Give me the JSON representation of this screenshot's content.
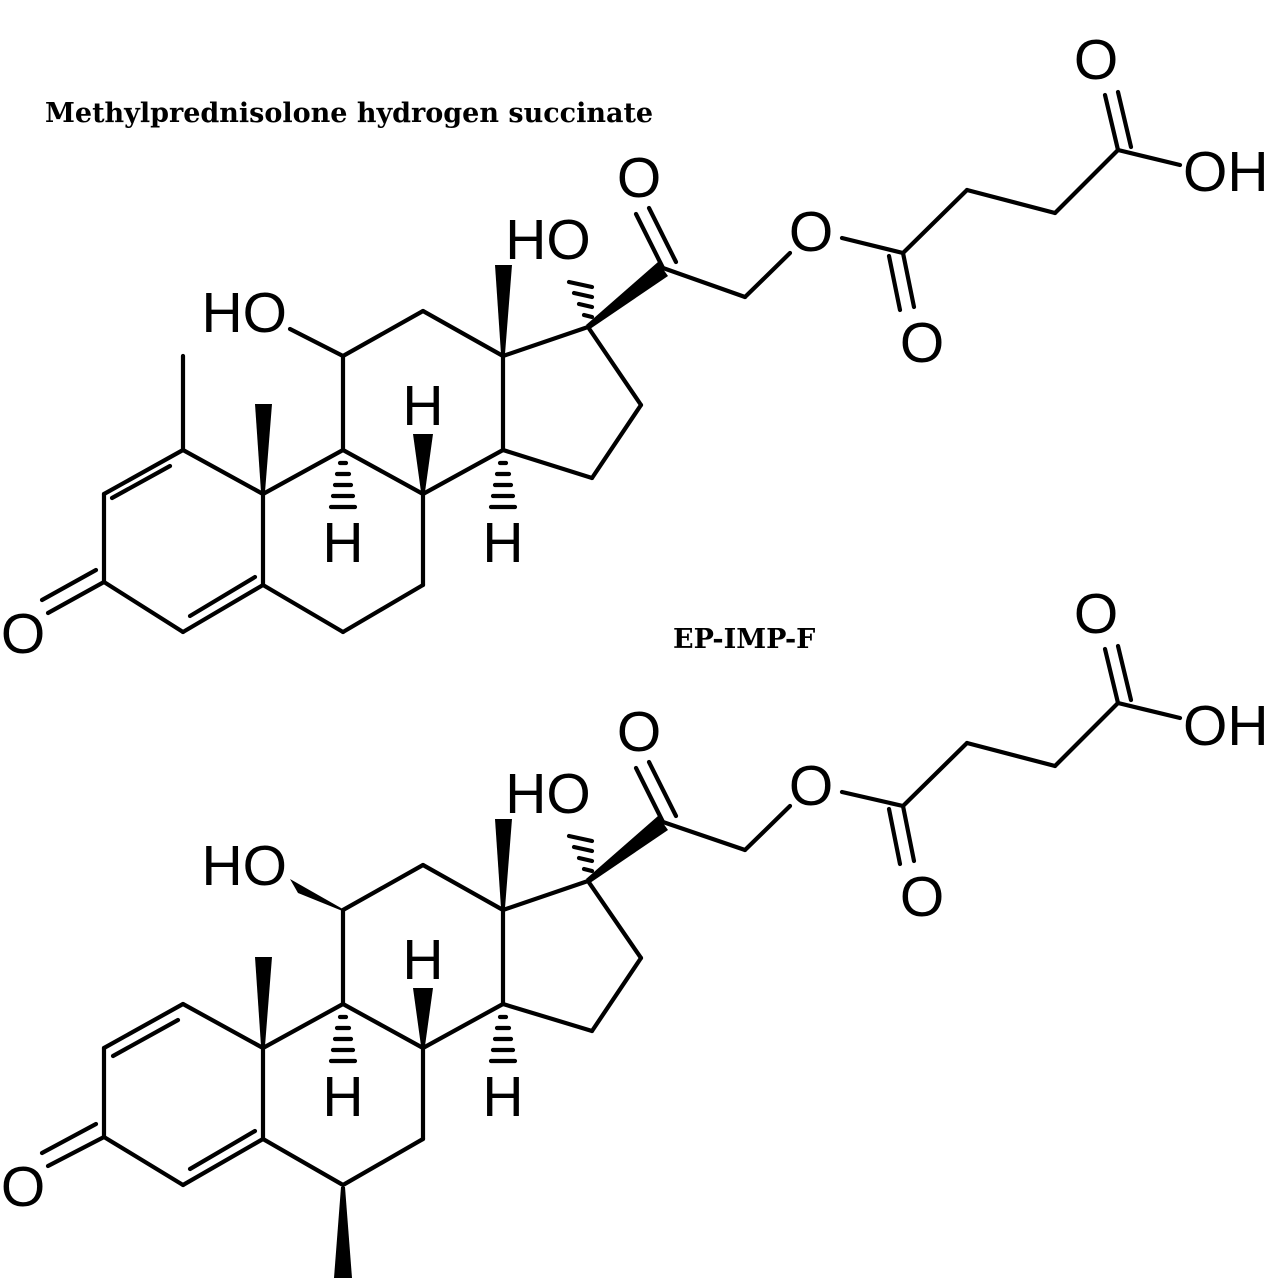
{
  "captions": {
    "structure_1": "Methylprednisolone hydrogen succinate",
    "structure_2": "EP-IMP-F"
  },
  "atom_labels": {
    "oxygen": "O",
    "hydroxyl_left": "HO",
    "hydroxyl_right": "OH",
    "hydrogen": "H"
  }
}
